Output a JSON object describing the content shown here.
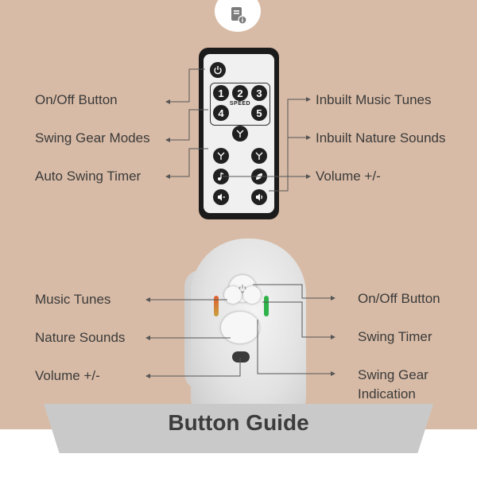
{
  "title": "Button Guide",
  "remote": {
    "labels": {
      "on_off": "On/Off Button",
      "swing_gear_modes": "Swing Gear Modes",
      "auto_swing_timer": "Auto Swing Timer",
      "music_tunes": "Inbuilt Music Tunes",
      "nature_sounds": "Inbuilt Nature Sounds",
      "volume": "Volume +/-"
    },
    "speed_keys": [
      "1",
      "2",
      "3",
      "4",
      "5"
    ],
    "speed_label": "SPEED"
  },
  "device": {
    "labels": {
      "music_tunes": "Music Tunes",
      "nature_sounds": "Nature Sounds",
      "volume": "Volume +/-",
      "on_off": "On/Off Button",
      "swing_timer": "Swing Timer",
      "swing_gear": "Swing Gear Indication"
    }
  },
  "colors": {
    "background": "#d8bba6",
    "remote_body": "#1b1b1b",
    "banner": "#c9c9c9",
    "led_left": "#e06030",
    "led_right": "#2fb24a"
  },
  "icons": [
    "book-info-icon",
    "power-icon",
    "fan-icon",
    "music-note-icon",
    "leaf-icon",
    "volume-down-icon",
    "volume-up-icon"
  ]
}
